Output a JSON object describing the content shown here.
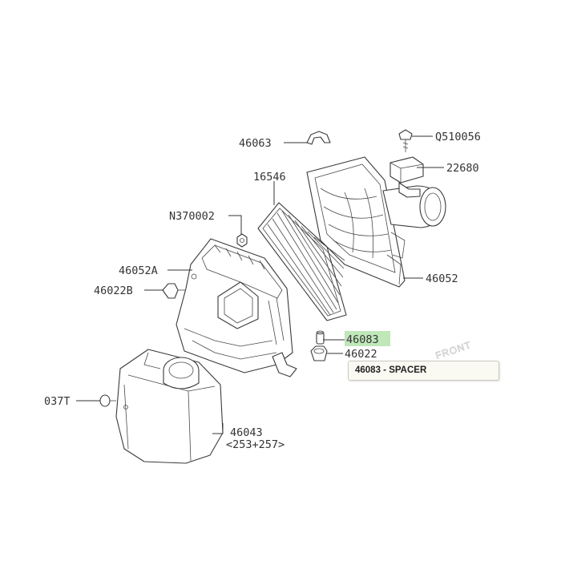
{
  "diagram": {
    "front_marker": "FRONT",
    "parts": [
      {
        "id": "p46063",
        "number": "46063"
      },
      {
        "id": "pQ510056",
        "number": "Q510056"
      },
      {
        "id": "p22680",
        "number": "22680"
      },
      {
        "id": "p16546",
        "number": "16546"
      },
      {
        "id": "pN370002",
        "number": "N370002"
      },
      {
        "id": "p46052A",
        "number": "46052A"
      },
      {
        "id": "p46052",
        "number": "46052"
      },
      {
        "id": "p46022B",
        "number": "46022B"
      },
      {
        "id": "p46083",
        "number": "46083",
        "highlighted": true
      },
      {
        "id": "p46022",
        "number": "46022"
      },
      {
        "id": "p037T",
        "number": "037T"
      },
      {
        "id": "p46043",
        "number": "46043",
        "note": "<253+257>"
      }
    ],
    "tooltip": {
      "text": "46083 - SPACER"
    },
    "colors": {
      "highlight": "#bfe7b8",
      "line": "#333333"
    }
  }
}
